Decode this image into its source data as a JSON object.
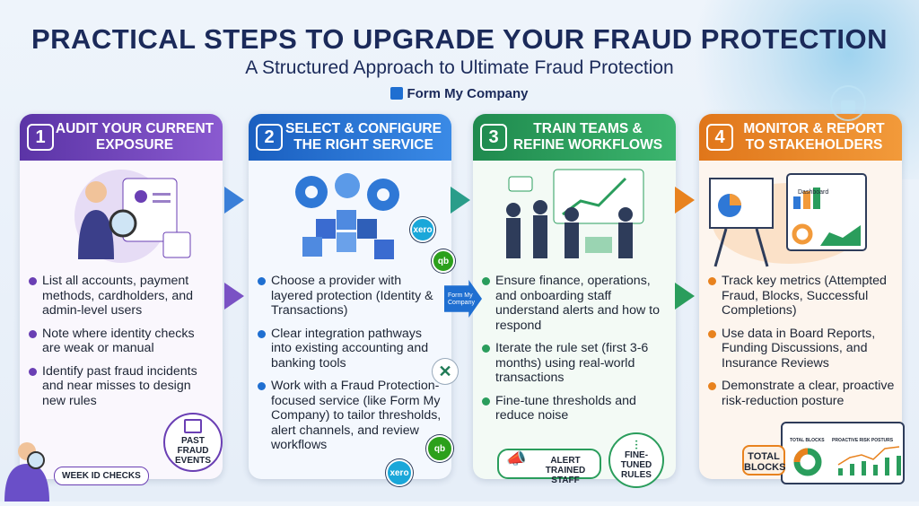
{
  "header": {
    "title": "PRACTICAL STEPS TO UPGRADE YOUR FRAUD PROTECTION",
    "subtitle": "A Structured Approach to Ultimate Fraud Protection",
    "brand": "Form My Company"
  },
  "steps": [
    {
      "number": "1",
      "title": "Audit Your Current Exposure",
      "color": "#6a3fb4",
      "bullets": [
        "List all accounts, payment methods, cardholders, and admin-level users",
        "Note where identity checks are weak or manual",
        "Identify past fraud incidents and near misses to design new rules"
      ]
    },
    {
      "number": "2",
      "title": "Select & Configure the Right Service",
      "color": "#1f6fd1",
      "bullets": [
        "Choose a provider with layered protection (Identity & Transactions)",
        "Clear integration pathways into existing accounting and banking tools",
        "Work with a Fraud Protection-focused service (like Form My Company) to tailor thresholds, alert channels, and review workflows"
      ]
    },
    {
      "number": "3",
      "title": "Train Teams & Refine Workflows",
      "color": "#2a9d5c",
      "bullets": [
        "Ensure finance, operations, and onboarding staff understand alerts and how to respond",
        "Iterate the rule set (first 3-6 months) using real-world transactions",
        "Fine-tune thresholds and reduce noise"
      ]
    },
    {
      "number": "4",
      "title": "Monitor & Report to Stakeholders",
      "color": "#e8821e",
      "bullets": [
        "Track key metrics (Attempted Fraud, Blocks, Successful Completions)",
        "Use data in Board Reports, Funding Discussions, and Insurance Reviews",
        "Demonstrate a clear, proactive risk-reduction posture"
      ]
    }
  ],
  "callouts": {
    "past_fraud": "PAST FRAUD EVENTS",
    "week_id": "WEEK ID CHECKS",
    "xero": "xero",
    "qb": "qb",
    "arrow_brand": "Form My Company",
    "alert": "ALERT TRAINED STAFF",
    "fine_tuned": "FINE-TUNED RULES",
    "total_blocks": "TOTAL BLOCKS",
    "dashboard": "Dashboard",
    "panel_total": "TOTAL BLOCKS",
    "panel_posture": "PROACTIVE RISK POSTURS"
  }
}
